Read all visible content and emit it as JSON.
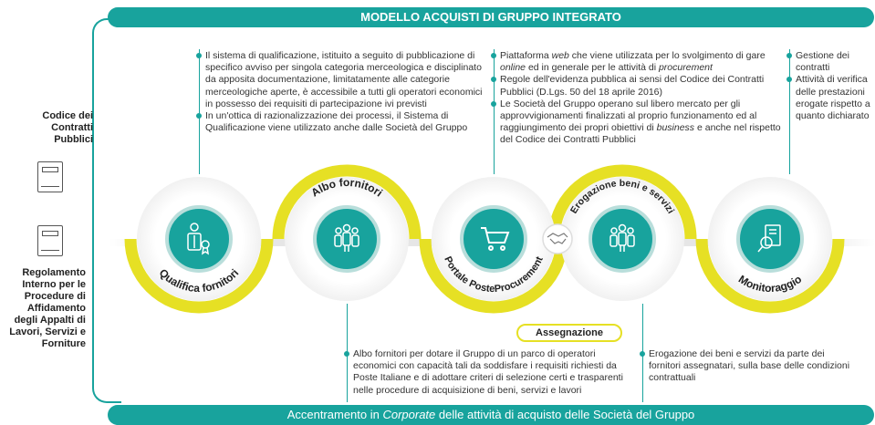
{
  "top_banner": "MODELLO ACQUISTI DI GRUPPO INTEGRATO",
  "bottom_banner": {
    "before": "Accentramento in ",
    "italic": "Corporate",
    "after": " delle attività di acquisto delle Società del Gruppo"
  },
  "left": {
    "label_1": "Codice dei Contratti Pubblici",
    "label_2": "Regolamento Interno per le Procedure di Affidamento degli Appalti di Lavori, Servizi e Forniture"
  },
  "stages": [
    {
      "label": "Qualifica fornitori"
    },
    {
      "label": "Albo fornitori"
    },
    {
      "label": "Portale PosteProcurement"
    },
    {
      "label": "Erogazione beni e servizi"
    },
    {
      "label": "Monitoraggio"
    }
  ],
  "assegnazione": "Assegnazione",
  "notes": {
    "qualifica_1": "Il sistema di qualificazione, istituito a seguito di pubblicazione di specifico avviso per singola categoria merceologica e disciplinato da apposita documentazione, limitatamente alle categorie merceologiche aperte, è accessibile a tutti gli operatori economici in possesso dei requisiti di partecipazione ivi previsti",
    "qualifica_2": "In un'ottica di razionalizzazione dei processi, il Sistema di Qualificazione viene utilizzato anche dalle Società del Gruppo",
    "portale_1a": "Piattaforma ",
    "portale_1b": "web",
    "portale_1c": " che viene utilizzata per lo svolgimento di gare ",
    "portale_1d": "online",
    "portale_1e": " ed in generale per le attività di ",
    "portale_1f": "procurement",
    "portale_2": "Regole dell'evidenza pubblica ai sensi del Codice dei Contratti Pubblici (D.Lgs. 50 del 18 aprile 2016)",
    "portale_3a": "Le Società del Gruppo operano sul libero mercato per gli approvvigionamenti finalizzati al proprio funzionamento ed al raggiungimento dei propri obiettivi di ",
    "portale_3b": "business",
    "portale_3c": " e anche nel rispetto del Codice dei Contratti Pubblici",
    "monitor_1": "Gestione dei contratti",
    "monitor_2": "Attività di verifica delle prestazioni erogate rispetto a quanto dichiarato",
    "albo": "Albo fornitori per dotare il Gruppo di un parco di operatori economici con capacità tali da soddisfare i requisiti richiesti da Poste Italiane e di adottare criteri di selezione certi e trasparenti nelle procedure di acquisizione di beni, servizi e lavori",
    "erogazione": "Erogazione dei beni e servizi da parte dei fornitori assegnatari, sulla base delle condizioni contrattuali"
  },
  "icons": [
    "person-certificate-icon",
    "group-people-icon",
    "shopping-cart-icon",
    "handshake-icon",
    "group-people-icon",
    "magnifier-document-icon"
  ],
  "colors": {
    "teal": "#18a39d",
    "yellow": "#e6e024"
  }
}
